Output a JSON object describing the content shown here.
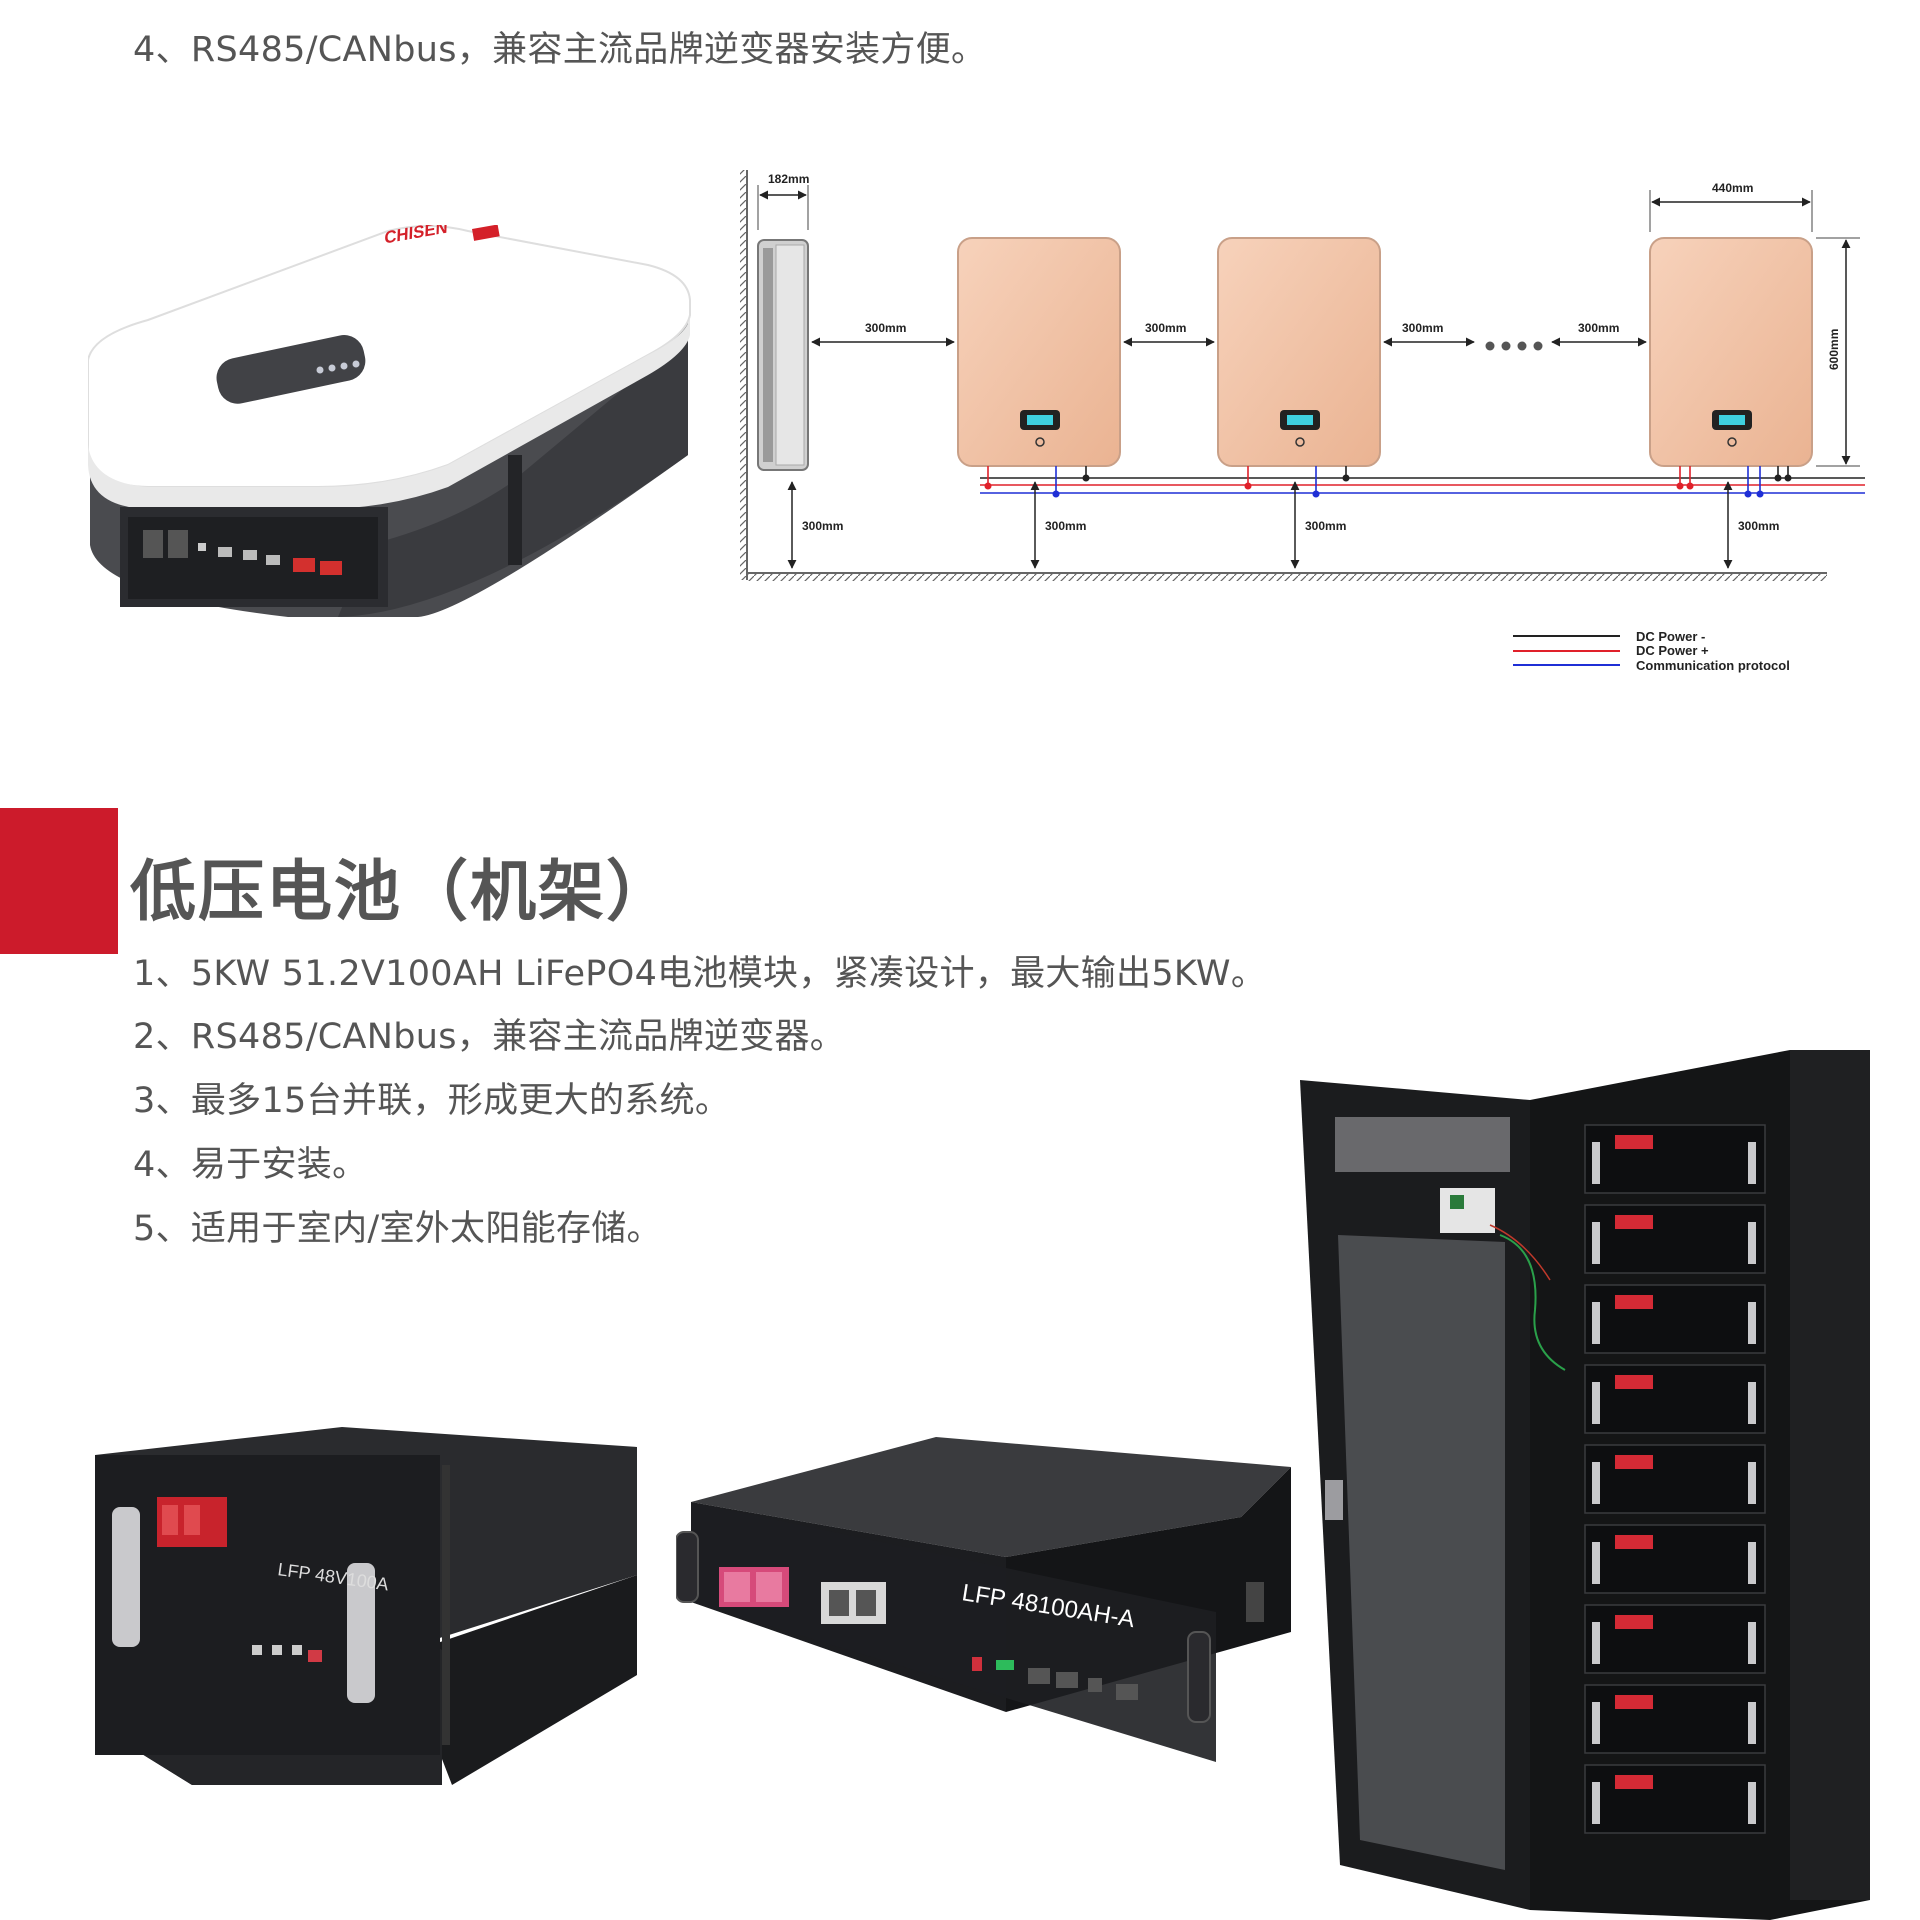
{
  "top_text": {
    "line4": "4、RS485/CANbus，兼容主流品牌逆变器安装方便。"
  },
  "wall_unit": {
    "brand": "CHISEN"
  },
  "diagram": {
    "depth_label": "182mm",
    "width_label": "440mm",
    "height_label": "600mm",
    "gap_label": "300mm",
    "floor_label": "300mm",
    "legend": {
      "dc_minus": "DC Power -",
      "dc_plus": "DC Power +",
      "comm": "Communication protocol"
    },
    "colors": {
      "unit": "#f2c6aa",
      "dc_minus": "#222222",
      "dc_plus": "#e0202a",
      "comm": "#1f2fd6"
    }
  },
  "section": {
    "title": "低压电池（机架）",
    "items": [
      "1、5KW 51.2V100AH LiFePO4电池模块，紧凑设计，最大输出5KW。",
      "2、RS485/CANbus，兼容主流品牌逆变器。",
      "3、最多15台并联，形成更大的系统。",
      "4、易于安装。",
      "5、适用于室内/室外太阳能存储。"
    ]
  },
  "rack_units": {
    "unit_a_label": "LFP 48V100A",
    "unit_b_label": "LFP 48100AH-A"
  },
  "accent_color": "#cc1b2b"
}
